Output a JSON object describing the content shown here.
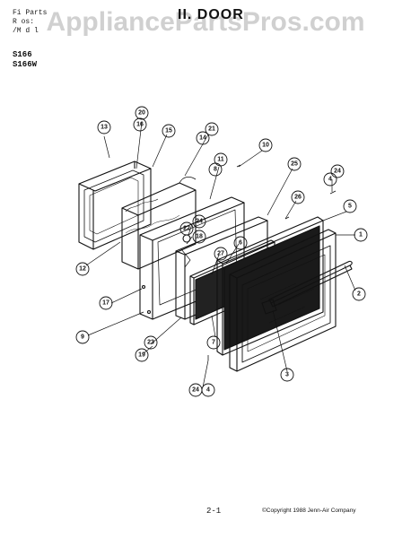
{
  "header": {
    "left_lines": [
      "Fi  Parts",
      "R  os:",
      "/M   d  l"
    ],
    "title": "II. DOOR"
  },
  "watermark": "AppliancePartsPros.com",
  "models": [
    "S166",
    "S166W"
  ],
  "callouts": [
    {
      "label": "20"
    },
    {
      "label": "16"
    },
    {
      "label": "13"
    },
    {
      "label": "15"
    },
    {
      "label": "21"
    },
    {
      "label": "14"
    },
    {
      "label": "10"
    },
    {
      "label": "11"
    },
    {
      "label": "8"
    },
    {
      "label": "25"
    },
    {
      "label": "24"
    },
    {
      "label": "4"
    },
    {
      "label": "26"
    },
    {
      "label": "5"
    },
    {
      "label": "24"
    },
    {
      "label": "22"
    },
    {
      "label": "18"
    },
    {
      "label": "1"
    },
    {
      "label": "6"
    },
    {
      "label": "27"
    },
    {
      "label": "12"
    },
    {
      "label": "17"
    },
    {
      "label": "2"
    },
    {
      "label": "9"
    },
    {
      "label": "23"
    },
    {
      "label": "7"
    },
    {
      "label": "19"
    },
    {
      "label": "3"
    },
    {
      "label": "24"
    },
    {
      "label": "4"
    }
  ],
  "footer": {
    "page": "2-1",
    "copyright": "©Copyright 1988 Jenn-Air Company"
  }
}
